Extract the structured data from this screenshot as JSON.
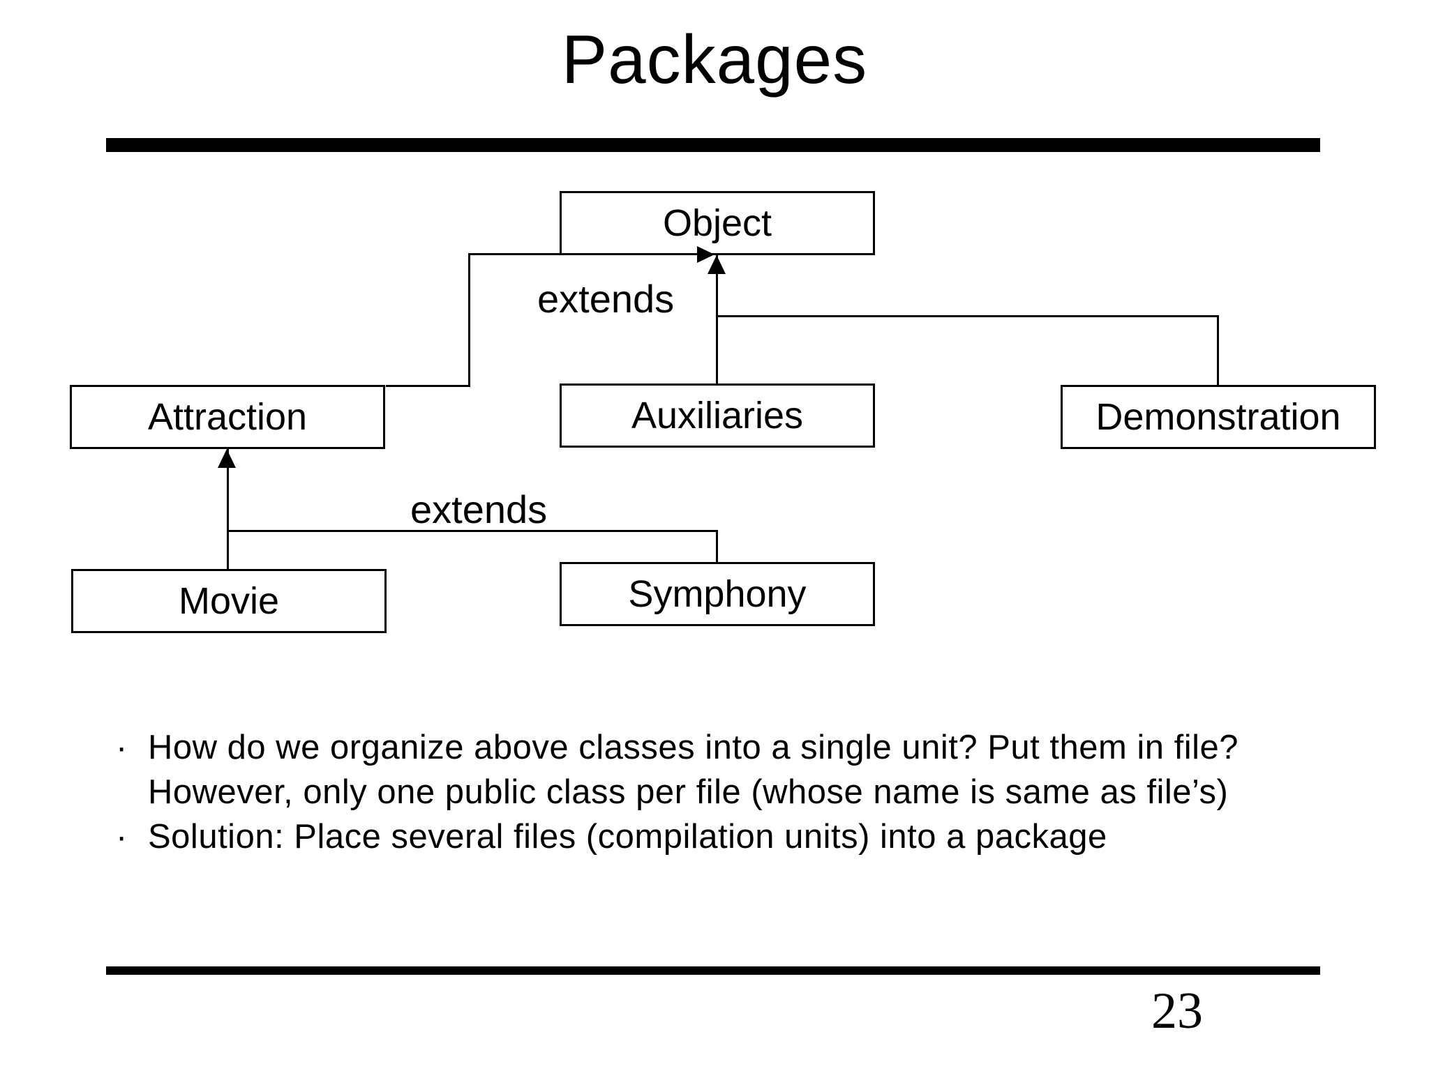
{
  "slide": {
    "title": "Packages",
    "page_number": "23"
  },
  "diagram": {
    "boxes": [
      {
        "id": "object",
        "label": "Object"
      },
      {
        "id": "attraction",
        "label": "Attraction"
      },
      {
        "id": "auxiliaries",
        "label": "Auxiliaries"
      },
      {
        "id": "demonstration",
        "label": "Demonstration"
      },
      {
        "id": "movie",
        "label": "Movie"
      },
      {
        "id": "symphony",
        "label": "Symphony"
      }
    ],
    "edge_labels": [
      {
        "text": "extends"
      },
      {
        "text": "extends"
      }
    ],
    "relations": [
      "Attraction extends Object",
      "Auxiliaries extends Object",
      "Demonstration extends Object",
      "Movie extends Attraction",
      "Symphony extends Attraction"
    ]
  },
  "bullets": [
    {
      "marker": "·",
      "lines": [
        "How do we organize above classes into a single unit? Put them in file?",
        "However, only one public class per file (whose name is same as file’s)"
      ]
    },
    {
      "marker": "·",
      "lines": [
        "Solution: Place several files (compilation units) into a package"
      ]
    }
  ],
  "colors": {
    "background": "#ffffff",
    "foreground": "#000000"
  }
}
